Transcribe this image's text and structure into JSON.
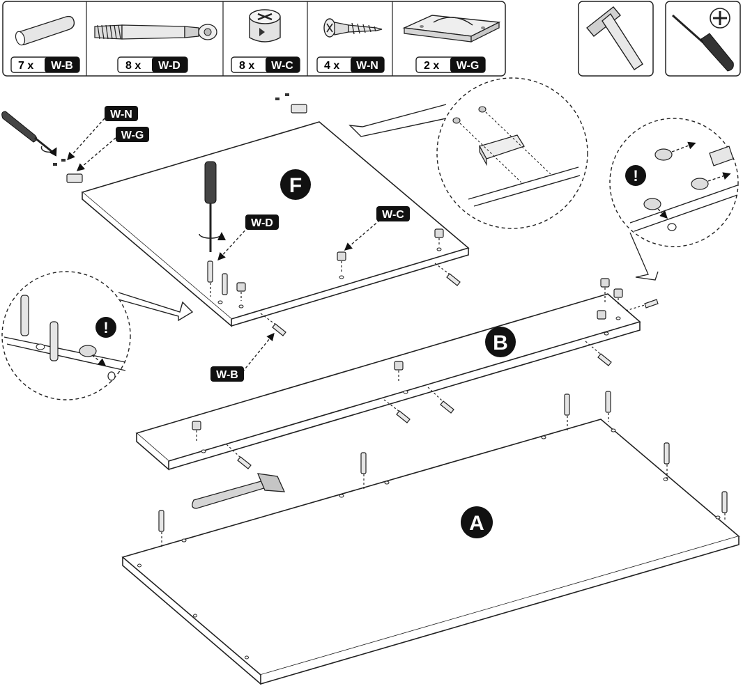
{
  "parts": [
    {
      "qty": "7 x",
      "code": "W-B",
      "icon": "dowel-icon"
    },
    {
      "qty": "8 x",
      "code": "W-D",
      "icon": "cam-bolt-icon"
    },
    {
      "qty": "8 x",
      "code": "W-C",
      "icon": "cam-lock-icon"
    },
    {
      "qty": "4 x",
      "code": "W-N",
      "icon": "screw-icon"
    },
    {
      "qty": "2 x",
      "code": "W-G",
      "icon": "bracket-icon"
    }
  ],
  "tools": [
    {
      "icon": "hammer-icon"
    },
    {
      "icon": "phillips-screwdriver-icon"
    }
  ],
  "panels": {
    "a": "A",
    "b": "B",
    "f": "F"
  },
  "callouts": {
    "wn": "W-N",
    "wg": "W-G",
    "wd": "W-D",
    "wc": "W-C",
    "wb": "W-B"
  },
  "warning": "!"
}
